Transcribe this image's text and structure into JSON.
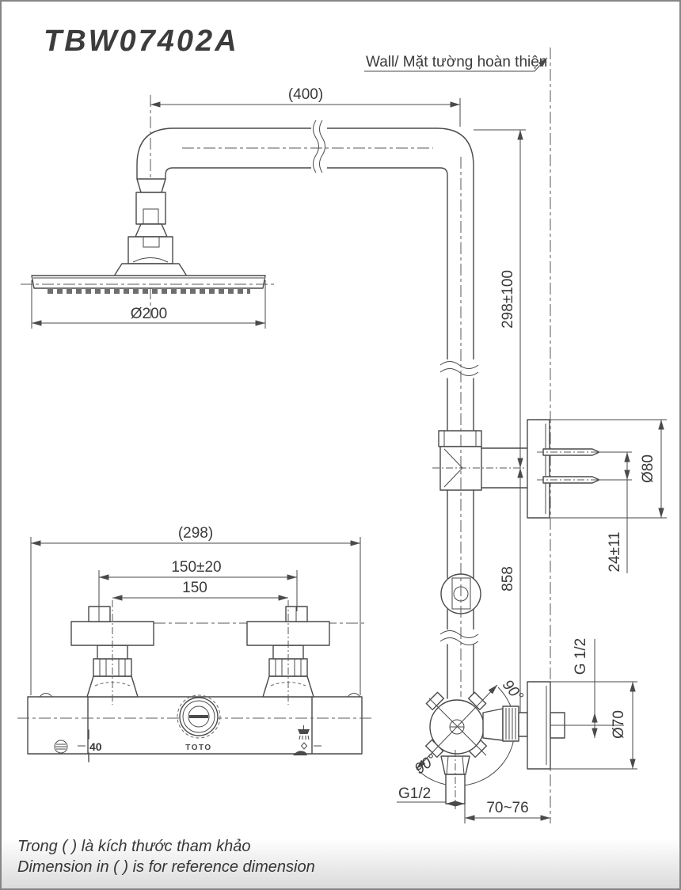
{
  "title": "TBW07402A",
  "wall_label": "Wall/ Mặt tường hoàn thiện",
  "dims": {
    "arm_length": "(400)",
    "head_diameter": "Ø200",
    "riser_height": "298±100",
    "wall_flange_diameter": "Ø80",
    "pin_spacing": "24±11",
    "valve_height": "858",
    "body_width": "(298)",
    "union_spacing_tolerance": "150±20",
    "union_spacing": "150",
    "thread_top": "G 1/2",
    "lower_flange_diameter": "Ø70",
    "swivel_upper": "90°",
    "swivel_lower": "90°",
    "thread_bottom": "G1/2",
    "wall_distance": "70~76"
  },
  "valve": {
    "temperature_mark": "40",
    "brand": "TOTO"
  },
  "icons": {
    "left_knob": "screw-icon",
    "right_knob": "overhead-shower-icon",
    "right_knob_marker": "diamond-icon",
    "right_knob_lower": "spout-icon"
  },
  "notes": {
    "vietnamese": "Trong ( ) là kích thước tham khảo",
    "english": "Dimension in ( ) is for reference dimension"
  },
  "colors": {
    "line": "#4a4a4a",
    "text": "#3a3a3a",
    "border": "#868686",
    "background": "#ffffff"
  }
}
